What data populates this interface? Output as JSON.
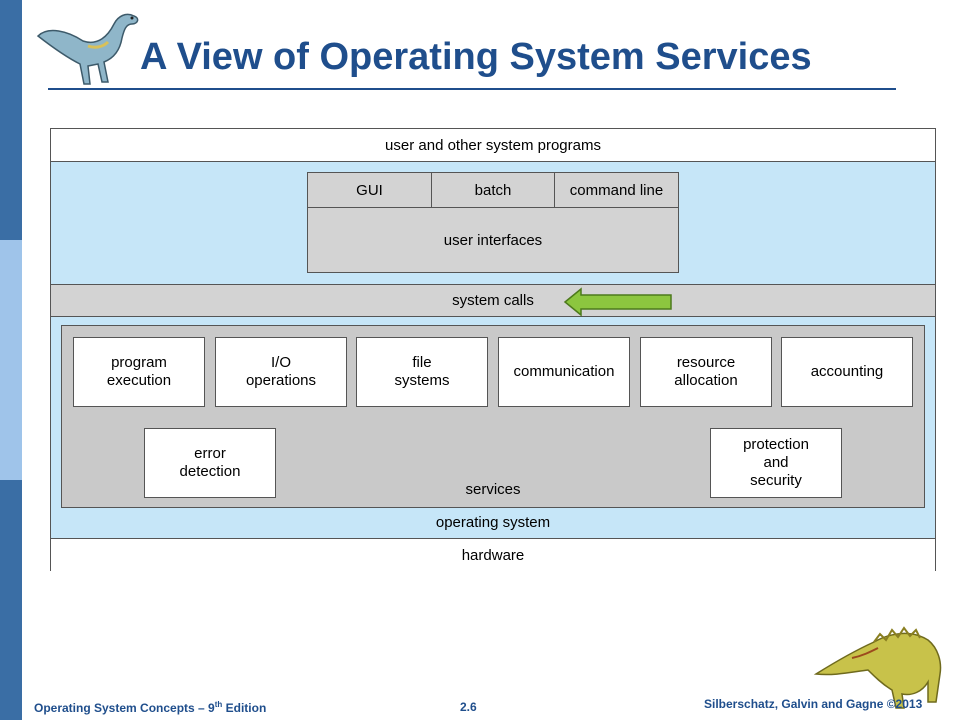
{
  "title": "A View of Operating System Services",
  "diagram": {
    "user_programs": "user and other system programs",
    "user_interfaces": {
      "items": [
        "GUI",
        "batch",
        "command line"
      ],
      "label": "user interfaces"
    },
    "system_calls": "system calls",
    "services": {
      "items": [
        "program\nexecution",
        "I/O\noperations",
        "file\nsystems",
        "communication",
        "resource\nallocation",
        "accounting",
        "error\ndetection",
        "protection\nand\nsecurity"
      ],
      "label": "services"
    },
    "operating_system": "operating system",
    "hardware": "hardware"
  },
  "footer": {
    "course": "Operating System Concepts – 9",
    "edition_sup": "th",
    "edition_tail": " Edition",
    "page": "2.6",
    "copyright": "Silberschatz, Galvin and Gagne ©2013"
  },
  "colors": {
    "title": "#1f4e8c",
    "sidebar_dark": "#3a6ea5",
    "sidebar_light": "#9fc4ea",
    "diagram_blue": "#c6e6f8",
    "diagram_gray": "#d3d3d3",
    "arrow_green": "#8cc63f"
  }
}
